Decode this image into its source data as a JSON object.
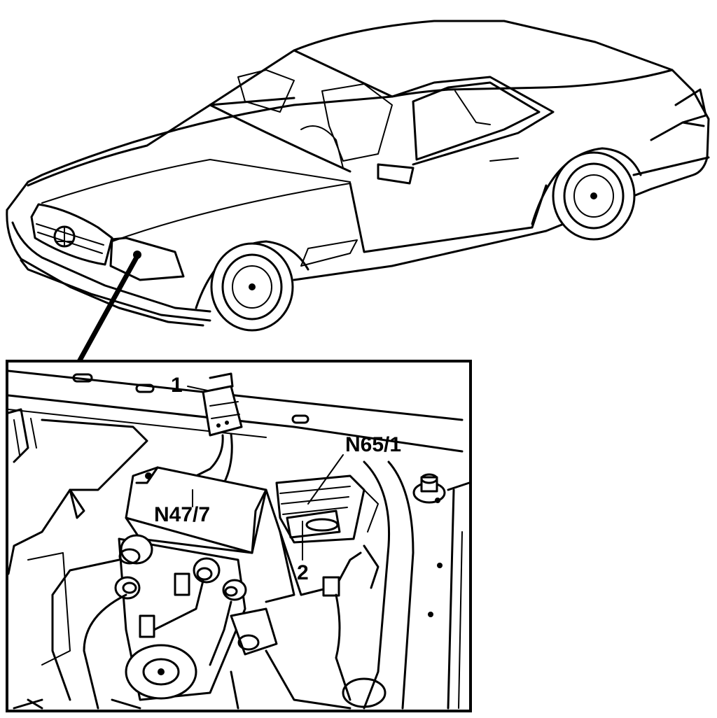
{
  "callouts": {
    "item1": "1",
    "item2": "2",
    "n47_7": "N47/7",
    "n65_1": "N65/1"
  }
}
